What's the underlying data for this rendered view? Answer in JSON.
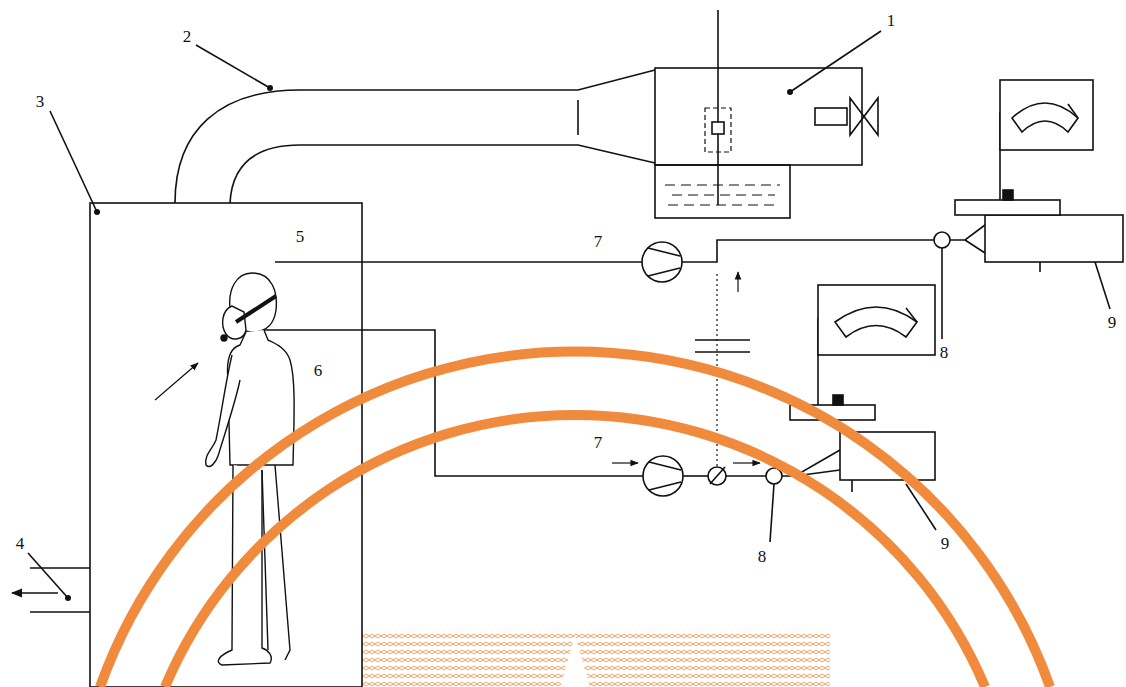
{
  "diagram": {
    "labels": [
      "1",
      "2",
      "3",
      "5",
      "7",
      "8",
      "9",
      "6",
      "7",
      "9",
      "8",
      "4"
    ]
  }
}
